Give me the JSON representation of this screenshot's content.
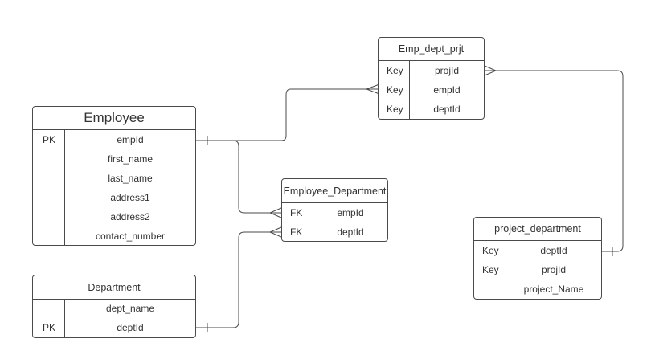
{
  "entities": {
    "employee": {
      "title": "Employee",
      "rows": [
        {
          "key": "PK",
          "name": "empId"
        },
        {
          "key": "",
          "name": "first_name"
        },
        {
          "key": "",
          "name": "last_name"
        },
        {
          "key": "",
          "name": "address1"
        },
        {
          "key": "",
          "name": "address2"
        },
        {
          "key": "",
          "name": "contact_number"
        }
      ]
    },
    "department": {
      "title": "Department",
      "rows": [
        {
          "key": "",
          "name": "dept_name"
        },
        {
          "key": "PK",
          "name": "deptId"
        }
      ]
    },
    "emp_dept_prjt": {
      "title": "Emp_dept_prjt",
      "rows": [
        {
          "key": "Key",
          "name": "projId"
        },
        {
          "key": "Key",
          "name": "empId"
        },
        {
          "key": "Key",
          "name": "deptId"
        }
      ]
    },
    "employee_department": {
      "title": "Employee_Department",
      "rows": [
        {
          "key": "FK",
          "name": "empId"
        },
        {
          "key": "FK",
          "name": "deptId"
        }
      ]
    },
    "project_department": {
      "title": "project_department",
      "rows": [
        {
          "key": "Key",
          "name": "deptId"
        },
        {
          "key": "Key",
          "name": "projId"
        },
        {
          "key": "",
          "name": "project_Name"
        }
      ]
    }
  },
  "relationships": [
    {
      "from": "Employee.empId",
      "to": "Emp_dept_prjt",
      "from_end": "one",
      "to_end": "many"
    },
    {
      "from": "Employee.empId",
      "to": "Employee_Department.empId",
      "from_end": "one",
      "to_end": "many"
    },
    {
      "from": "Department.deptId",
      "to": "Employee_Department.deptId",
      "from_end": "one",
      "to_end": "many"
    },
    {
      "from": "Emp_dept_prjt.projId",
      "to": "project_department",
      "from_end": "many",
      "to_end": "one"
    }
  ],
  "colors": {
    "line": "#4a4a4a",
    "text": "#333333",
    "background": "#ffffff"
  }
}
